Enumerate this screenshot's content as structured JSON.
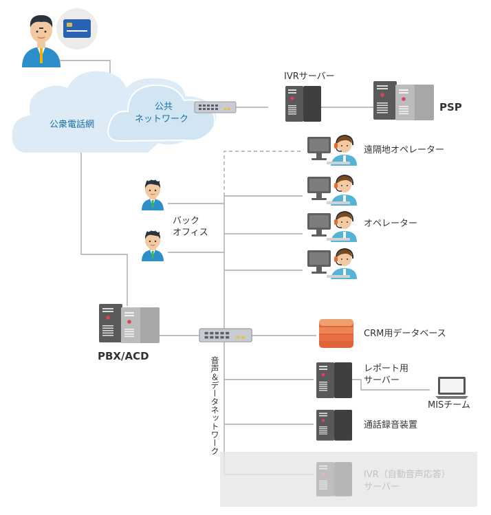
{
  "cloud": {
    "public_telephone_network": "公衆電話網",
    "public_network_line1": "公共",
    "public_network_line2": "ネットワーク"
  },
  "servers": {
    "ivr_server": "IVRサーバー",
    "psp": "PSP",
    "pbx_acd": "PBX/ACD",
    "crm_database": "CRM用データベース",
    "report_server_line1": "レポート用",
    "report_server_line2": "サーバー",
    "mis_team": "MISチーム",
    "call_recorder": "通話録音装置",
    "ivr_auto_line1": "IVR（自動音声応答）",
    "ivr_auto_line2": "サーバー"
  },
  "people": {
    "remote_operator": "遠隔地オペレーター",
    "operator": "オペレーター",
    "back_office_line1": "バック",
    "back_office_line2": "オフィス"
  },
  "network": {
    "voice_data_network": "音声＆データネットワーク"
  },
  "colors": {
    "cloud": "#dcebf6",
    "line": "#a9a9a9",
    "server_dark": "#5a5a5a",
    "server_light": "#a6a6a6",
    "crm": "#e0633a",
    "customer_shirt": "#2d8fc9",
    "operator_shirt": "#56b3d8"
  },
  "icons": [
    "customer-icon",
    "credit-card-icon",
    "switch-hub-icon",
    "server-icon",
    "operator-icon",
    "back-office-staff-icon",
    "database-icon",
    "laptop-icon"
  ]
}
